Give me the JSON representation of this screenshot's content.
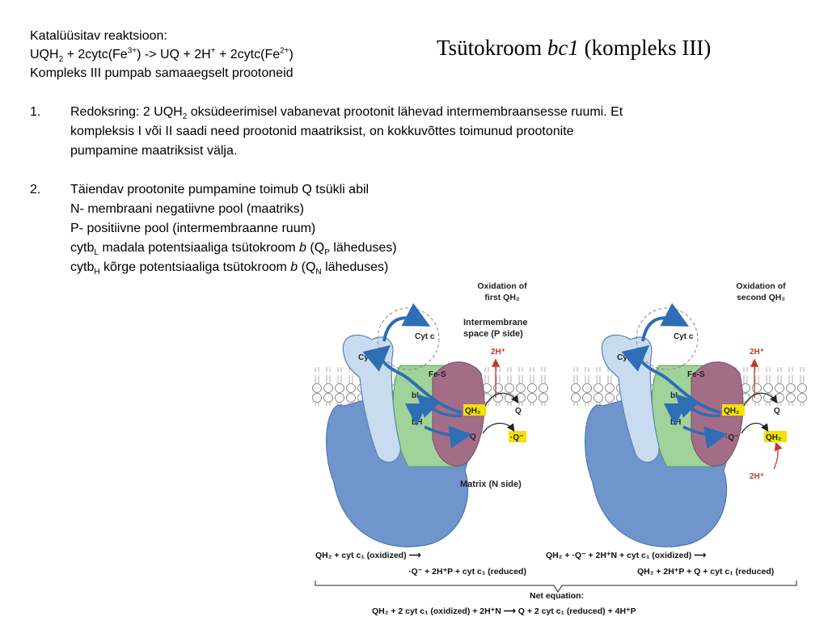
{
  "title": {
    "pre": "Tsütokroom ",
    "italic": "bc1",
    "post": " (kompleks III)"
  },
  "intro": {
    "line1": "Katalüüsitav reaktsioon:",
    "line2": {
      "a": "UQH",
      "a_sub": "2",
      "b": " + 2cytc(Fe",
      "b_sup": "3+",
      "c": ") -> UQ + 2H",
      "c_sup": "+",
      "d": " + 2cytc(Fe",
      "d_sup": "2+",
      "e": ")"
    },
    "line3": "Kompleks III pumpab samaaegselt prootoneid"
  },
  "item1": {
    "num": "1.",
    "l1a": "Redoksring: 2 UQH",
    "l1sub": "2",
    "l1b": " oksüdeerimisel vabanevat prootonit lähevad intermembraansesse ruumi. Et",
    "l2": "kompleksis I või II saadi need prootonid maatriksist, on kokkuvõttes toimunud prootonite",
    "l3": "pumpamine maatriksist välja."
  },
  "item2": {
    "num": "2.",
    "l1": "Täiendav prootonite pumpamine toimub Q tsükli abil",
    "l2": "N- membraani negatiivne pool (maatriks)",
    "l3": "P- positiivne pool (intermembraanne ruum)",
    "l4": {
      "a": "cytb",
      "sub": "L",
      "b": " madala potentsiaaliga tsütokroom ",
      "i": "b",
      "c": " (Q",
      "sub2": "P",
      "d": " läheduses)"
    },
    "l5": {
      "a": "cytb",
      "sub": "H",
      "b": " kõrge potentsiaaliga tsütokroom ",
      "i": "b",
      "c": " (Q",
      "sub2": "N",
      "d": " läheduses)"
    }
  },
  "figure": {
    "left_title": [
      "Oxidation of",
      "first QH₂"
    ],
    "right_title": [
      "Oxidation of",
      "second QH₂"
    ],
    "ims_label": [
      "Intermembrane",
      "space (P side)"
    ],
    "matrix_label": "Matrix (N side)",
    "cytc": "Cyt c",
    "cytc1": "Cyt c₁",
    "fes": "Fe-S",
    "bL": "bL",
    "bH": "bH",
    "qh2": "QH₂",
    "q": "Q",
    "semiq": "·Q⁻",
    "h2p": "2H⁺",
    "eq_left_1": "QH₂ + cyt c₁ (oxidized) ⟶",
    "eq_left_2": "·Q⁻ + 2H⁺P + cyt c₁ (reduced)",
    "eq_right_1": "QH₂ + ·Q⁻ + 2H⁺N + cyt c₁ (oxidized) ⟶",
    "eq_right_2": "QH₂ + 2H⁺P + Q + cyt c₁ (reduced)",
    "net_label": "Net equation:",
    "net": "QH₂ + 2 cyt c₁ (oxidized) + 2H⁺N ⟶ Q + 2 cyt c₁ (reduced) + 4H⁺P"
  },
  "colors": {
    "membrane_fill": "#f4f4f4",
    "protein_blue": "#6f95cc",
    "cyt_c1": "#c9dcef",
    "green": "#9fd39a",
    "purple": "#a46d87",
    "highlight": "#f3e100",
    "proton_red": "#c0392b"
  }
}
